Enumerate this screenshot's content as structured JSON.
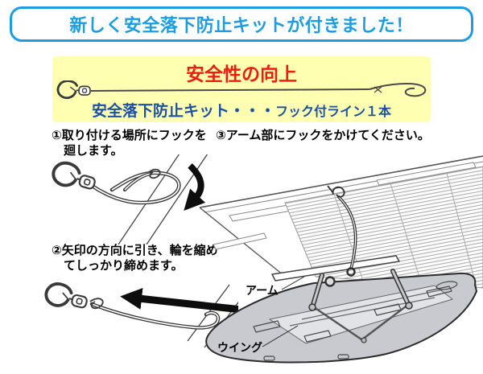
{
  "banner": {
    "title": "新しく安全落下防止キットが付きました！"
  },
  "kit_box": {
    "heading": "安全性の向上",
    "kit_name": "安全落下防止キット・・・",
    "kit_spec": "フック付ライン１本"
  },
  "steps": {
    "step1": {
      "line1": "①取り付ける場所にフックを",
      "line2": "廻します。"
    },
    "step2": {
      "line1": "②矢印の方向に引き、輪を縮め",
      "line2": "てしっかり締めます。"
    },
    "step3": {
      "line1": "③アーム部にフックをかけてください。"
    }
  },
  "diagram": {
    "arm_label": "アーム",
    "wing_label": "ウイング"
  },
  "colors": {
    "banner_blue": "#1b9de2",
    "heading_red": "#ee1c0f",
    "kit_blue": "#1a4fa3",
    "box_yellow": "#ffffb2",
    "line_art": "#3a3a3a"
  }
}
